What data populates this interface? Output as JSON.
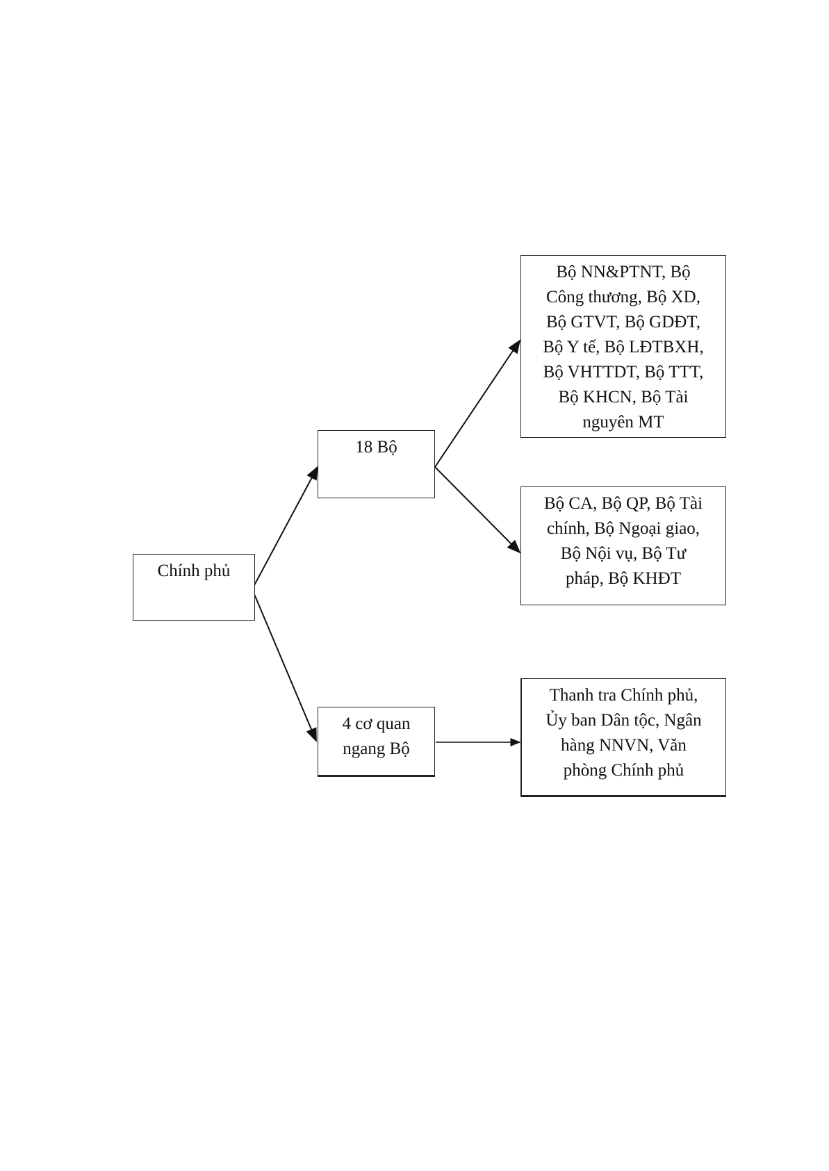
{
  "nodes": {
    "government": "Chính phủ",
    "ministries": "18 Bộ",
    "ministries_group1": [
      "Bộ NN&PTNT, Bộ",
      "Công thương, Bộ XD,",
      "Bộ GTVT, Bộ GDĐT,",
      "Bộ Y tế, Bộ LĐTBXH,",
      "Bộ VHTTDT, Bộ TTT,",
      "Bộ KHCN, Bộ Tài",
      "nguyên MT"
    ],
    "ministries_group2": [
      "Bộ CA, Bộ QP, Bộ Tài",
      "chính, Bộ Ngoại giao,",
      "Bộ Nội vụ, Bộ Tư",
      "pháp, Bộ KHĐT"
    ],
    "ministerial_agencies": [
      "4 cơ quan",
      "ngang Bộ"
    ],
    "agencies_list": [
      "Thanh tra Chính phủ,",
      "Ủy ban Dân tộc, Ngân",
      "hàng NNVN, Văn",
      "phòng Chính phủ"
    ]
  }
}
